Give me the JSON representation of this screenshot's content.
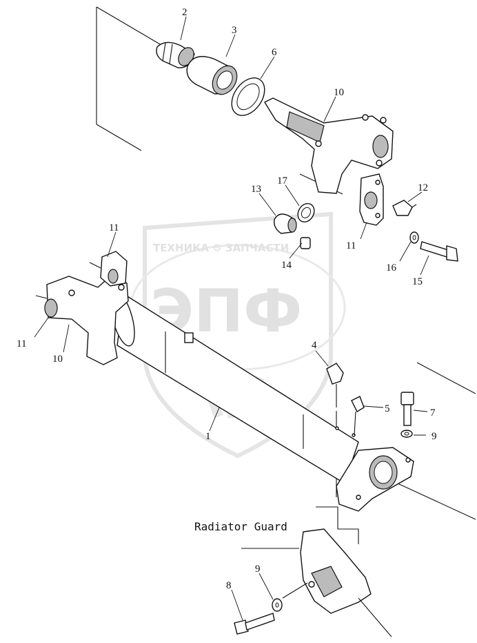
{
  "watermark": {
    "brand_text": "ТЕХНИКА ⚙ ЗАПЧАСТИ",
    "logo_letters": "ЭПФ",
    "color": "#c9c9c9"
  },
  "caption": "Radiator Guard",
  "callouts": [
    "2",
    "3",
    "6",
    "10",
    "12",
    "11",
    "17",
    "13",
    "14",
    "16",
    "15",
    "11",
    "11",
    "10",
    "4",
    "5",
    "7",
    "9",
    "1",
    "9",
    "8"
  ]
}
